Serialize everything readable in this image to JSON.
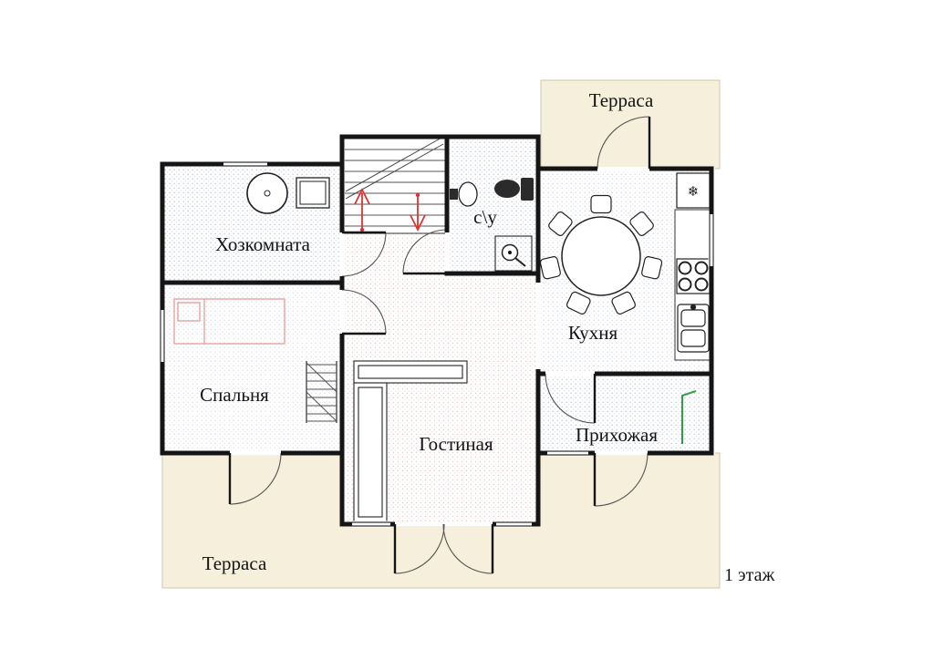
{
  "floor_label": "1 этаж",
  "rooms": {
    "terrace_top": "Терраса",
    "utility": "Хозкомната",
    "bathroom": "с\\у",
    "kitchen": "Кухня",
    "bedroom": "Спальня",
    "living": "Гостиная",
    "hallway": "Прихожая",
    "terrace_bottom": "Терраса"
  },
  "icons": {
    "fridge_snowflake": "❄"
  },
  "colors": {
    "terrace_fill": "#f6efdb",
    "terrace_border": "#c3bb9e",
    "wall": "#151515",
    "stair_arrow_red": "#e03131",
    "hallway_fixture_green": "#2f9e44",
    "bed_pink": "#e89c9c",
    "stipple_blue": "#7d90ad",
    "stipple_warm": "#c79c93"
  }
}
